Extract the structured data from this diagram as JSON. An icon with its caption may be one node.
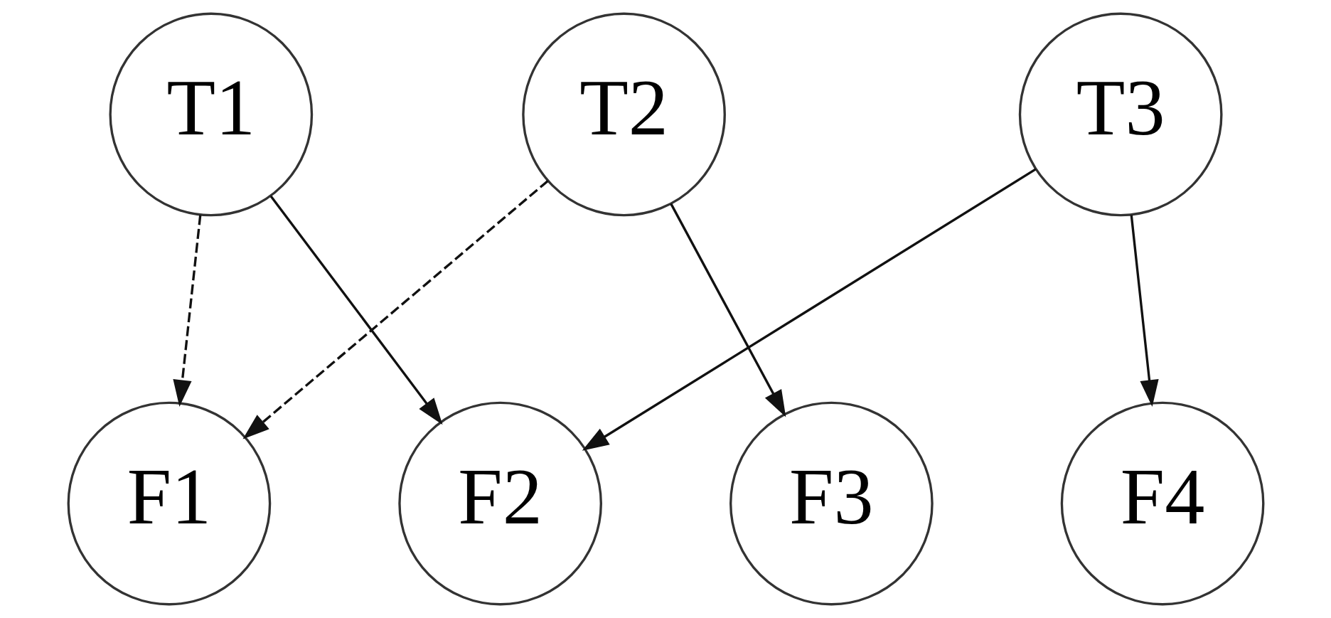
{
  "diagram": {
    "nodes": [
      {
        "text": [
          "T1"
        ]
      },
      {
        "text": [
          "T2"
        ]
      },
      {
        "text": [
          "T3"
        ]
      },
      {
        "text": [
          "F1"
        ]
      },
      {
        "text": [
          "F2"
        ]
      },
      {
        "text": [
          "F3"
        ]
      },
      {
        "text": [
          "F4"
        ]
      }
    ],
    "edges": [
      {
        "from": 0,
        "to": 3,
        "arrow": "to",
        "style": "dashed"
      },
      {
        "from": 0,
        "to": 4,
        "arrow": "to"
      },
      {
        "from": 1,
        "to": 3,
        "arrow": "to",
        "style": "dashed"
      },
      {
        "from": 1,
        "to": 5,
        "arrow": "to"
      },
      {
        "from": 2,
        "to": 4,
        "arrow": "to"
      },
      {
        "from": 2,
        "to": 6,
        "arrow": "to"
      }
    ]
  }
}
